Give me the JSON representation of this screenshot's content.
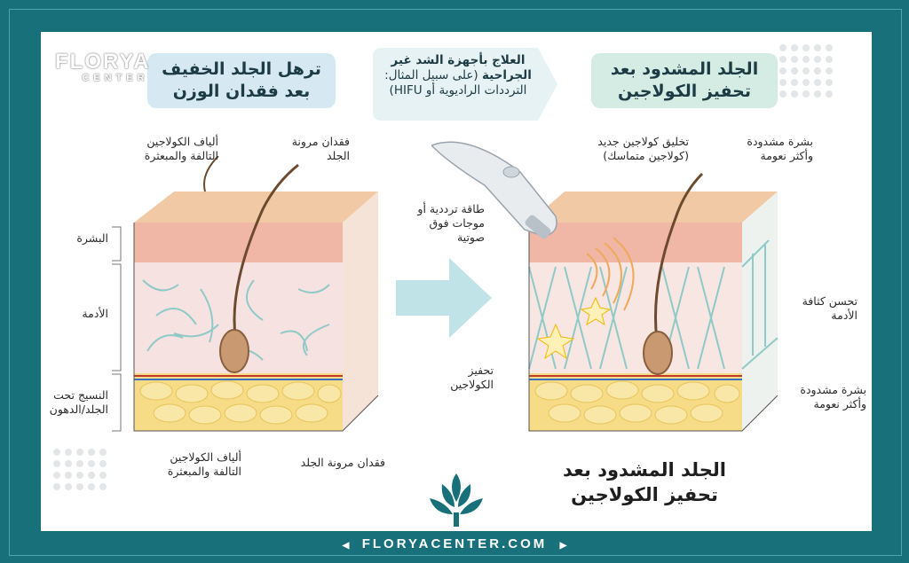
{
  "brand": {
    "name": "FLORYA",
    "sub": "CENTER",
    "website": "FLORYACENTER.COM"
  },
  "headers": {
    "left": [
      "ترهل الجلد الخفيف",
      "بعد فقدان الوزن"
    ],
    "middle": [
      "العلاج بأجهزة الشد غير",
      "الجراحية",
      "(على سبيل المثال:",
      "الترددات الراديوية أو HIFU)"
    ],
    "right": [
      "الجلد المشدود بعد",
      "تحفيز الكولاجين"
    ]
  },
  "left_labels": {
    "collagen_top": [
      "ألياف الكولاجين",
      "التالفة والمبعثرة"
    ],
    "elasticity_top": [
      "فقدان مرونة",
      "الجلد"
    ],
    "epidermis": "البشرة",
    "dermis": "الأدمة",
    "subcutis": [
      "النسيج تحت",
      "الجلد/الدهون"
    ],
    "collagen_bottom": [
      "ألياف الكولاجين",
      "التالفة والمبعثرة"
    ],
    "elasticity_bottom": "فقدان مرونة الجلد"
  },
  "right_labels": {
    "new_collagen": [
      "تخليق كولاجين جديد",
      "(كولاجين متماسك)"
    ],
    "tight_skin_top": [
      "بشرة مشدودة",
      "وأكثر نعومة"
    ],
    "energy": [
      "طاقة ترددية أو",
      "موجات فوق",
      "صوتية"
    ],
    "dermis_density": [
      "تحسن كثافة",
      "الأدمة"
    ],
    "stimulation": [
      "تحفيز",
      "الكولاجين"
    ],
    "tight_skin_bottom": [
      "بشرة مشدودة",
      "وأكثر نعومة"
    ]
  },
  "bottom_caption": [
    "الجلد المشدود بعد",
    "تحفيز الكولاجين"
  ],
  "colors": {
    "frame": "#17707a",
    "banner_left": "#d6e9f3",
    "banner_right": "#d5ece4",
    "epidermis": "#f4c9a8",
    "dermis": "#f6dede",
    "fat": "#f6dc86",
    "arrow": "#bfe3e6"
  }
}
